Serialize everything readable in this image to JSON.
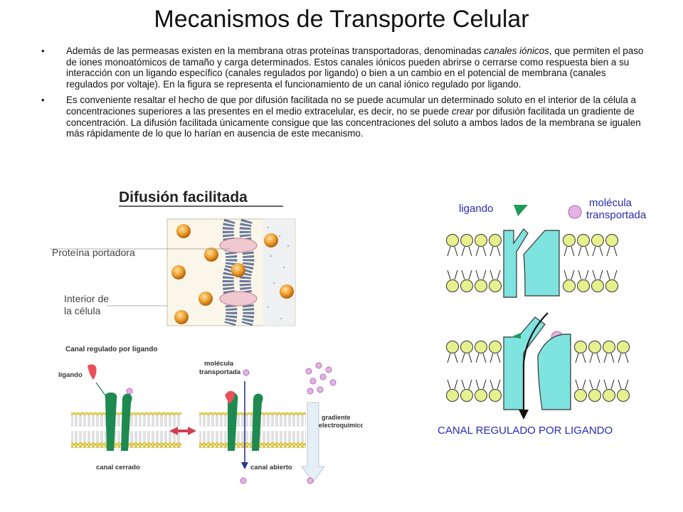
{
  "slide": {
    "title": "Mecanismos de Transporte Celular"
  },
  "bullets": [
    {
      "segments": [
        {
          "text": "Además de las permeasas existen en la membrana otras proteínas transportadoras, denominadas ",
          "italic": false
        },
        {
          "text": "canales iónicos",
          "italic": true
        },
        {
          "text": ", que permiten el paso de iones monoatómicos de tamaño y carga determinados. Estos canales iónicos pueden abrirse o cerrarse como respuesta bien a su interacción con un ligando específico (canales regulados por ligando) o bien a un cambio en el potencial de membrana (canales regulados por voltaje). En la figura se representa el funcionamiento de un canal iónico regulado por ligando.",
          "italic": false
        }
      ]
    },
    {
      "segments": [
        {
          "text": "Es conveniente resaltar el hecho de que por difusión facilitada no se puede acumular un determinado soluto en el interior de la célula a concentraciones superiores a las presentes en el medio extracelular, es decir, no se puede ",
          "italic": false
        },
        {
          "text": "crear",
          "italic": true
        },
        {
          "text": " por difusión facilitada un gradiente de concentración. La difusión facilitada únicamente consigue que las concentraciones del soluto a ambos lados de la membrana se igualen más rápidamente de lo que lo harían en ausencia de este mecanismo.",
          "italic": false
        }
      ]
    }
  ],
  "fig_difusion": {
    "title": "Difusión facilitada",
    "label_proteina": "Proteína portadora",
    "label_interior_1": "Interior de",
    "label_interior_2": "la célula"
  },
  "fig_canal": {
    "title": "Canal regulado por ligando",
    "ligando": "ligando",
    "molecula_1": "molécula",
    "molecula_2": "transportada",
    "canal_cerrado": "canal cerrado",
    "canal_abierto": "canal abierto",
    "gradiente_1": "gradiente",
    "gradiente_2": "electroquímico"
  },
  "fig_right": {
    "ligando": "ligando",
    "molecula_1": "molécula",
    "molecula_2": "transportada",
    "caption": "CANAL REGULADO  POR LIGANDO"
  },
  "colors": {
    "channel_cyan": "#7fe3df",
    "head_yellow": "#e6f08c",
    "ligand_green": "#1e9a5a",
    "molecule_pink": "#e6b2e6",
    "orange_ball": "#f0a030",
    "carrier_green": "#1e8a50",
    "arrow_blue": "#2a3590"
  }
}
